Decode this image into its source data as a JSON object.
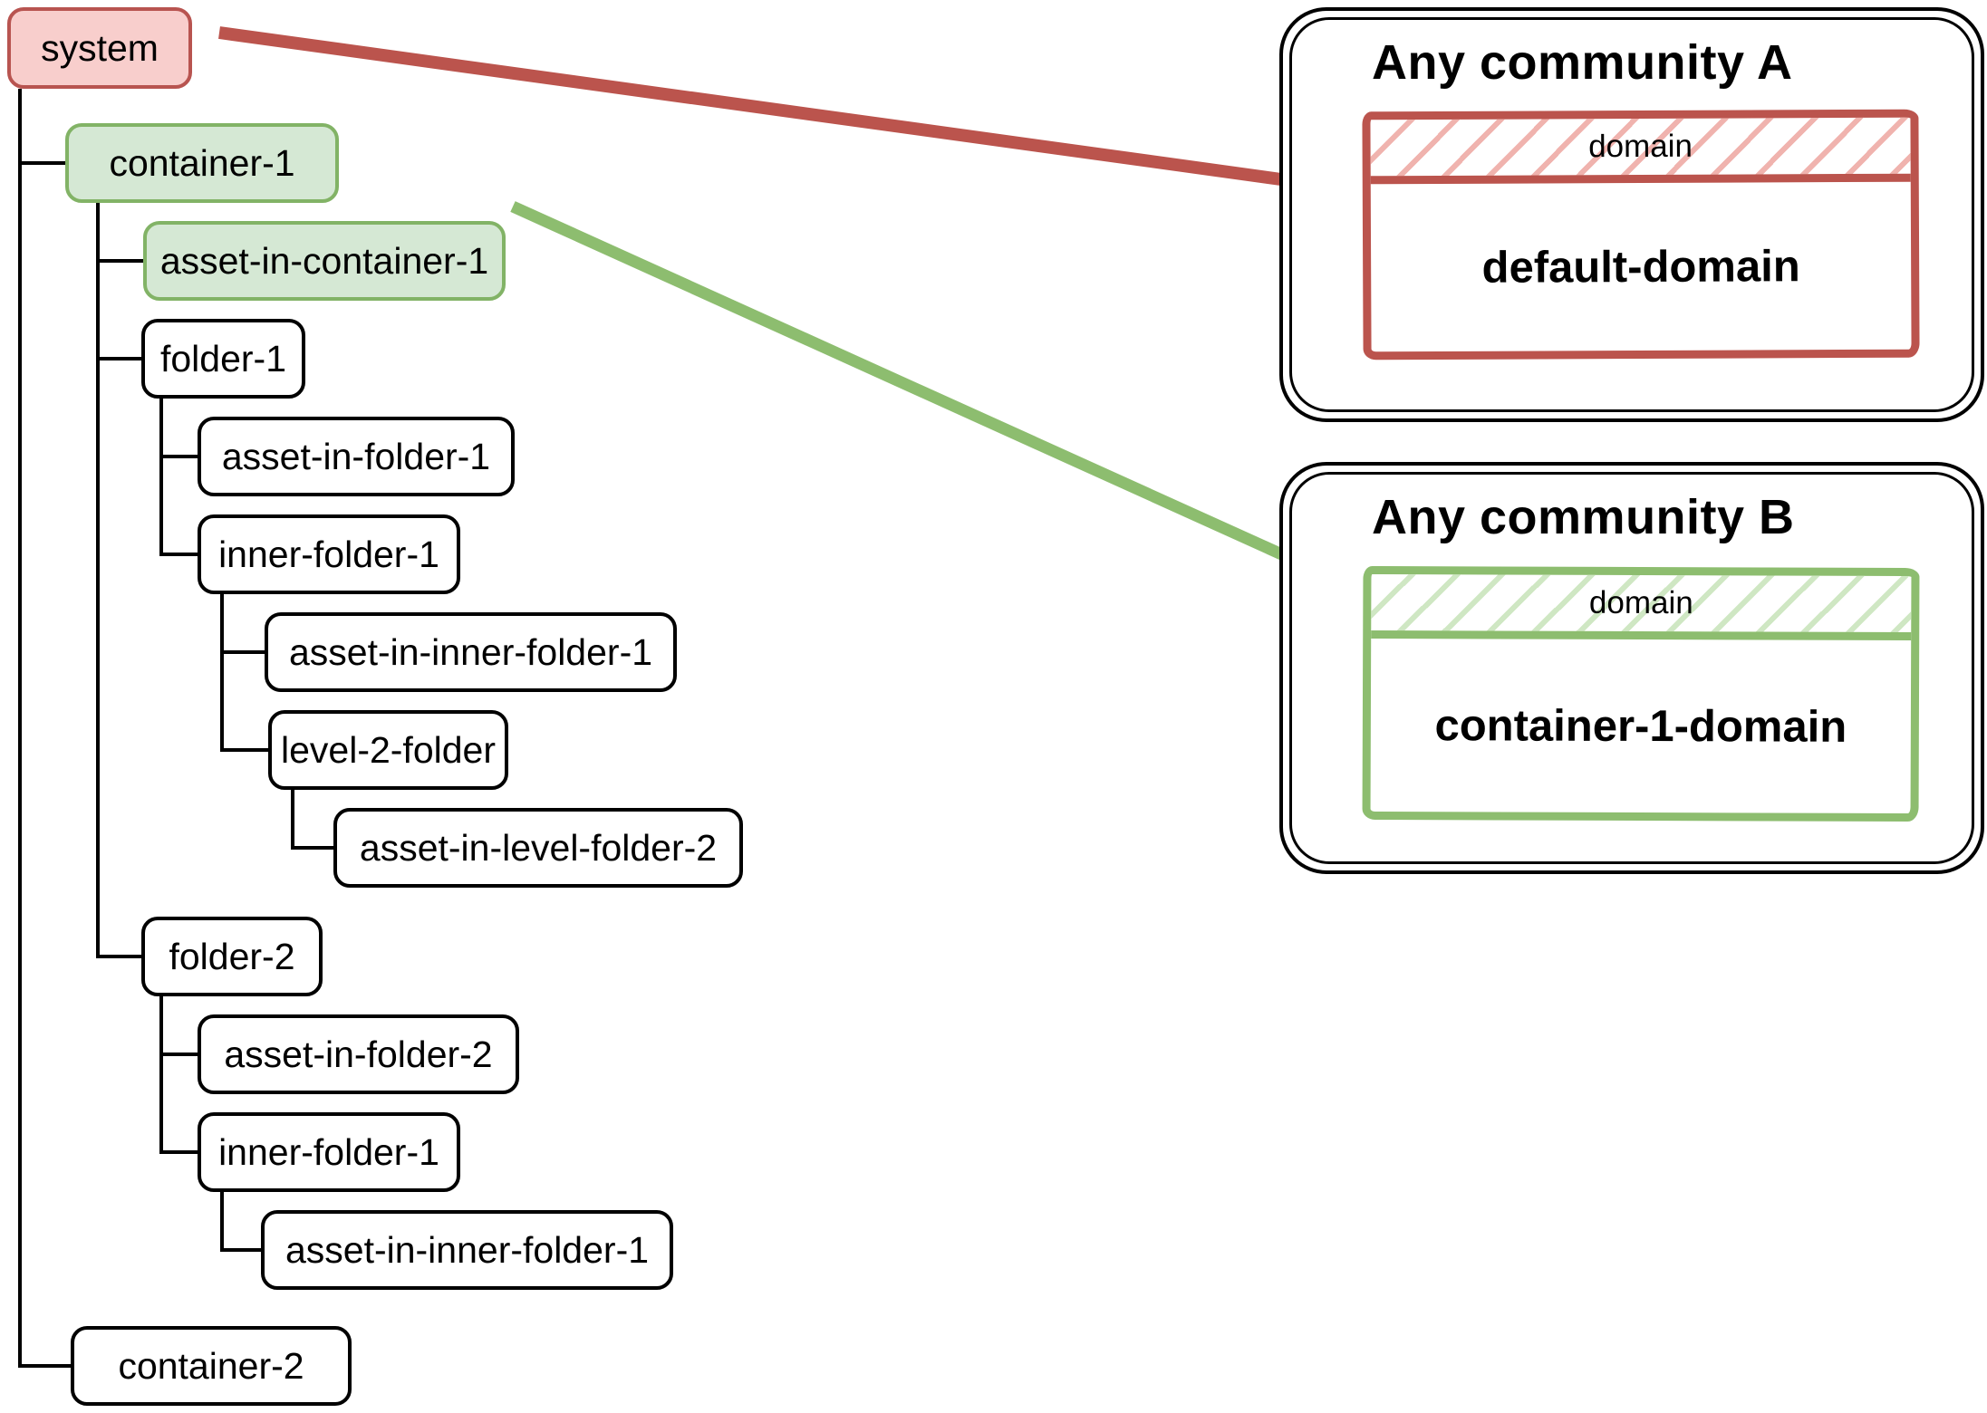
{
  "diagram": {
    "tree": {
      "root": {
        "label": "system",
        "variant": "red",
        "children": [
          {
            "label": "container-1",
            "variant": "green",
            "children": [
              {
                "label": "asset-in-container-1",
                "variant": "green"
              },
              {
                "label": "folder-1",
                "variant": "plain",
                "children": [
                  {
                    "label": "asset-in-folder-1",
                    "variant": "plain"
                  },
                  {
                    "label": "inner-folder-1",
                    "variant": "plain",
                    "children": [
                      {
                        "label": "asset-in-inner-folder-1",
                        "variant": "plain"
                      },
                      {
                        "label": "level-2-folder",
                        "variant": "plain",
                        "children": [
                          {
                            "label": "asset-in-level-folder-2",
                            "variant": "plain"
                          }
                        ]
                      }
                    ]
                  }
                ]
              },
              {
                "label": "folder-2",
                "variant": "plain",
                "children": [
                  {
                    "label": "asset-in-folder-2",
                    "variant": "plain"
                  },
                  {
                    "label": "inner-folder-1",
                    "variant": "plain",
                    "children": [
                      {
                        "label": "asset-in-inner-folder-1",
                        "variant": "plain"
                      }
                    ]
                  }
                ]
              }
            ]
          },
          {
            "label": "container-2",
            "variant": "plain"
          }
        ]
      }
    },
    "communities": [
      {
        "title": "Any community A",
        "header_label": "domain",
        "domain_name": "default-domain",
        "color_key": "red"
      },
      {
        "title": "Any community B",
        "header_label": "domain",
        "domain_name": "container-1-domain",
        "color_key": "green"
      }
    ],
    "arrows": [
      {
        "from": "system",
        "to": "default-domain",
        "color_key": "red"
      },
      {
        "from": "asset-in-container-1",
        "to": "container-1-domain",
        "color_key": "green"
      }
    ],
    "colors": {
      "red_fill": "#f8cecc",
      "red_stroke": "#b85450",
      "green_fill": "#d5e8d4",
      "green_stroke": "#82b366",
      "sketch_red": "#bb544d",
      "sketch_red_hatch": "#f0b3ae",
      "sketch_green": "#8dbd6f",
      "sketch_green_hatch": "#cfe7c3",
      "line_black": "#000000"
    }
  }
}
